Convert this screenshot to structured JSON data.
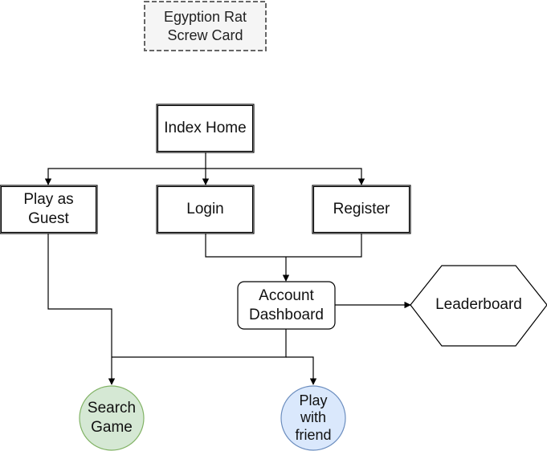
{
  "title": "Egyption Rat\nScrew Card",
  "nodes": {
    "index_home": "Index Home",
    "play_as_guest": "Play as\nGuest",
    "login": "Login",
    "register": "Register",
    "account_dashboard": "Account\nDashboard",
    "leaderboard": "Leaderboard",
    "search_game": "Search\nGame",
    "play_with_friend": "Play\nwith\nfriend"
  },
  "colors": {
    "stroke": "#000000",
    "title_border": "#666666",
    "title_fill": "#f5f5f5",
    "search_game_fill": "#d5e8d4",
    "search_game_stroke": "#82b366",
    "play_with_friend_fill": "#dae8fc",
    "play_with_friend_stroke": "#6c8ebf"
  }
}
